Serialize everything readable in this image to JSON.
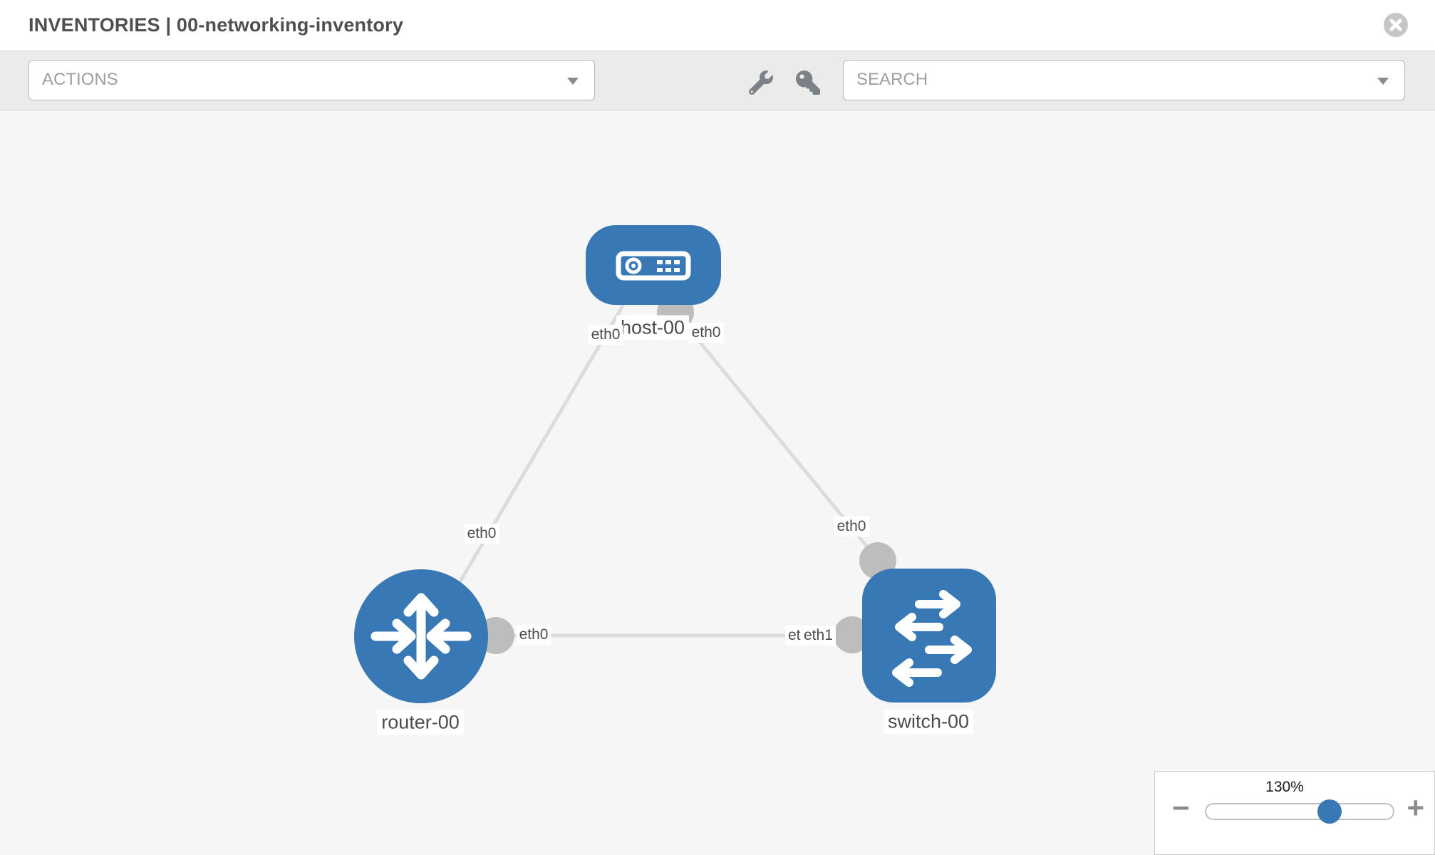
{
  "header": {
    "title": "INVENTORIES | 00-networking-inventory"
  },
  "toolbar": {
    "actions_placeholder": "ACTIONS",
    "search_placeholder": "SEARCH",
    "icons": [
      "wrench-icon",
      "key-icon"
    ]
  },
  "topology": {
    "nodes": [
      {
        "id": "host-00",
        "type": "host",
        "label": "host-00"
      },
      {
        "id": "router-00",
        "type": "router",
        "label": "router-00"
      },
      {
        "id": "switch-00",
        "type": "switch",
        "label": "switch-00"
      }
    ],
    "links": [
      {
        "from": "host-00",
        "to": "router-00",
        "from_port": "eth0",
        "to_port": "eth0"
      },
      {
        "from": "host-00",
        "to": "switch-00",
        "from_port": "eth0",
        "to_port": "eth0"
      },
      {
        "from": "router-00",
        "to": "switch-00",
        "from_port": "eth0",
        "to_port": "eth1"
      }
    ],
    "ports": {
      "host_left": "eth0",
      "host_right": "eth0",
      "router_top": "eth0",
      "switch_top": "eth0",
      "router_right": "eth0",
      "switch_left_back": "eth0",
      "switch_left_front": "eth1"
    }
  },
  "zoom_control": {
    "level": "130%",
    "minus_label": "−",
    "plus_label": "+"
  },
  "colors": {
    "node_blue": "#3878b4",
    "link_gray": "#dcdcdc",
    "connector_gray": "#bdbdbd",
    "toolbar_gray": "#ebebeb",
    "canvas_gray": "#f6f6f6"
  }
}
